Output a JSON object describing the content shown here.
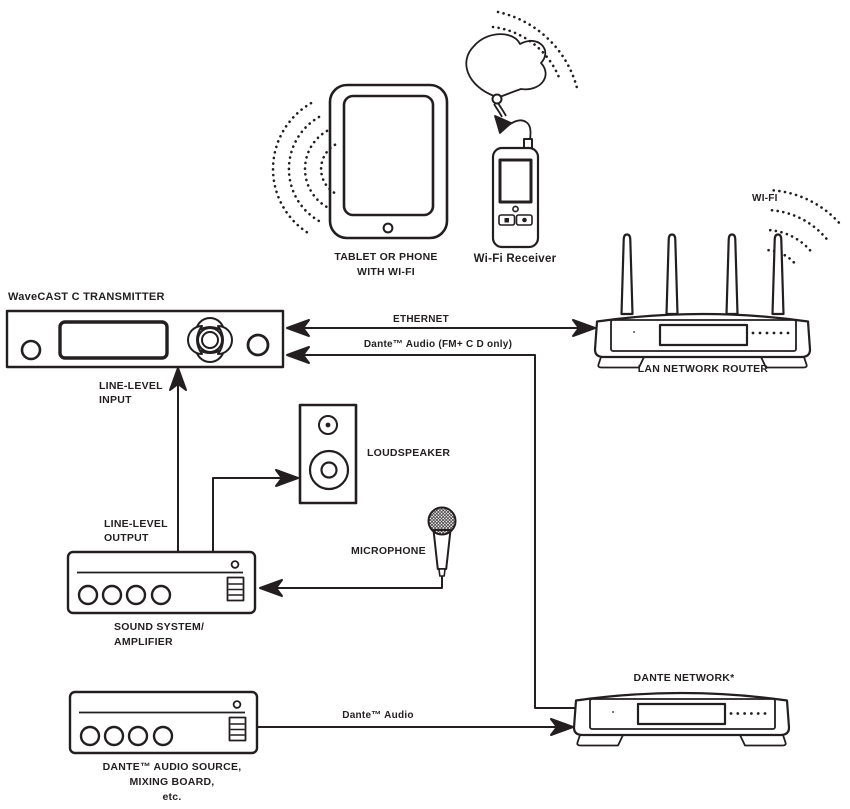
{
  "diagram": {
    "transmitter": {
      "title": "WaveCAST C TRANSMITTER",
      "input_label": "LINE-LEVEL\nINPUT"
    },
    "tablet": {
      "label": "TABLET OR PHONE\nWITH WI-FI"
    },
    "receiver": {
      "label": "Wi-Fi Receiver"
    },
    "router": {
      "label": "LAN NETWORK ROUTER",
      "wifi_label": "WI-FI"
    },
    "speaker": {
      "label": "LOUDSPEAKER"
    },
    "microphone": {
      "label": "MICROPHONE"
    },
    "amplifier": {
      "output_label": "LINE-LEVEL\nOUTPUT",
      "label": "SOUND SYSTEM/\nAMPLIFIER"
    },
    "mixer": {
      "label": "DANTE™ AUDIO SOURCE,\nMIXING BOARD,\netc."
    },
    "dante_network": {
      "label": "DANTE NETWORK*"
    },
    "connections": {
      "ethernet": "ETHERNET",
      "dante_fm": "Dante™ Audio (FM+ C D only)",
      "dante_audio": "Dante™ Audio"
    },
    "colors": {
      "ink": "#231f20",
      "background": "#ffffff"
    }
  }
}
